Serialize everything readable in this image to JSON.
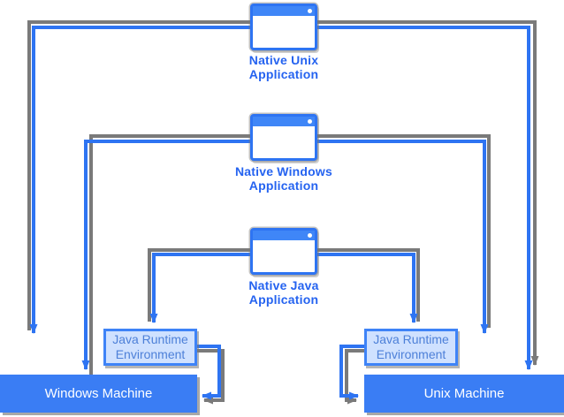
{
  "background_color": "#ffffff",
  "colors": {
    "line_blue": "#2e74f2",
    "line_gray": "#7a7a7a",
    "titlebar_blue": "#3f86f7",
    "window_border": "#2e74f2",
    "caption_text": "#2563f0",
    "jre_fill": "#cfe1ff",
    "jre_border": "#3e83f7",
    "jre_text": "#4d80d8",
    "machine_fill": "#3a7df4",
    "machine_text": "#ffffff"
  },
  "nodes": {
    "applications": [
      {
        "caption": "Native Unix Application"
      },
      {
        "caption": "Native Windows Application"
      },
      {
        "caption": "Native Java Application"
      }
    ],
    "jre_left": {
      "label": "Java Runtime Environment"
    },
    "jre_right": {
      "label": "Java Runtime Environment"
    },
    "machine_left": {
      "label": "Windows Machine"
    },
    "machine_right": {
      "label": "Unix Machine"
    }
  },
  "icons": {
    "window_button": "titlebar-dot"
  },
  "connections": [
    {
      "from": "native-unix-application",
      "to": "left-dangling-arrow",
      "style": "blue+gray"
    },
    {
      "from": "native-unix-application",
      "to": "unix-machine-top",
      "style": "blue+gray"
    },
    {
      "from": "native-windows-application",
      "to": "windows-machine-top",
      "style": "blue+gray"
    },
    {
      "from": "native-windows-application",
      "to": "right-dangling-arrow",
      "style": "blue+gray"
    },
    {
      "from": "native-java-application",
      "to": "jre-left-top",
      "style": "blue+gray"
    },
    {
      "from": "native-java-application",
      "to": "jre-right-top",
      "style": "blue+gray"
    },
    {
      "from": "jre-left",
      "to": "windows-machine-right-edge",
      "style": "blue+gray"
    },
    {
      "from": "jre-right",
      "to": "unix-machine-left-edge",
      "style": "blue+gray"
    }
  ]
}
